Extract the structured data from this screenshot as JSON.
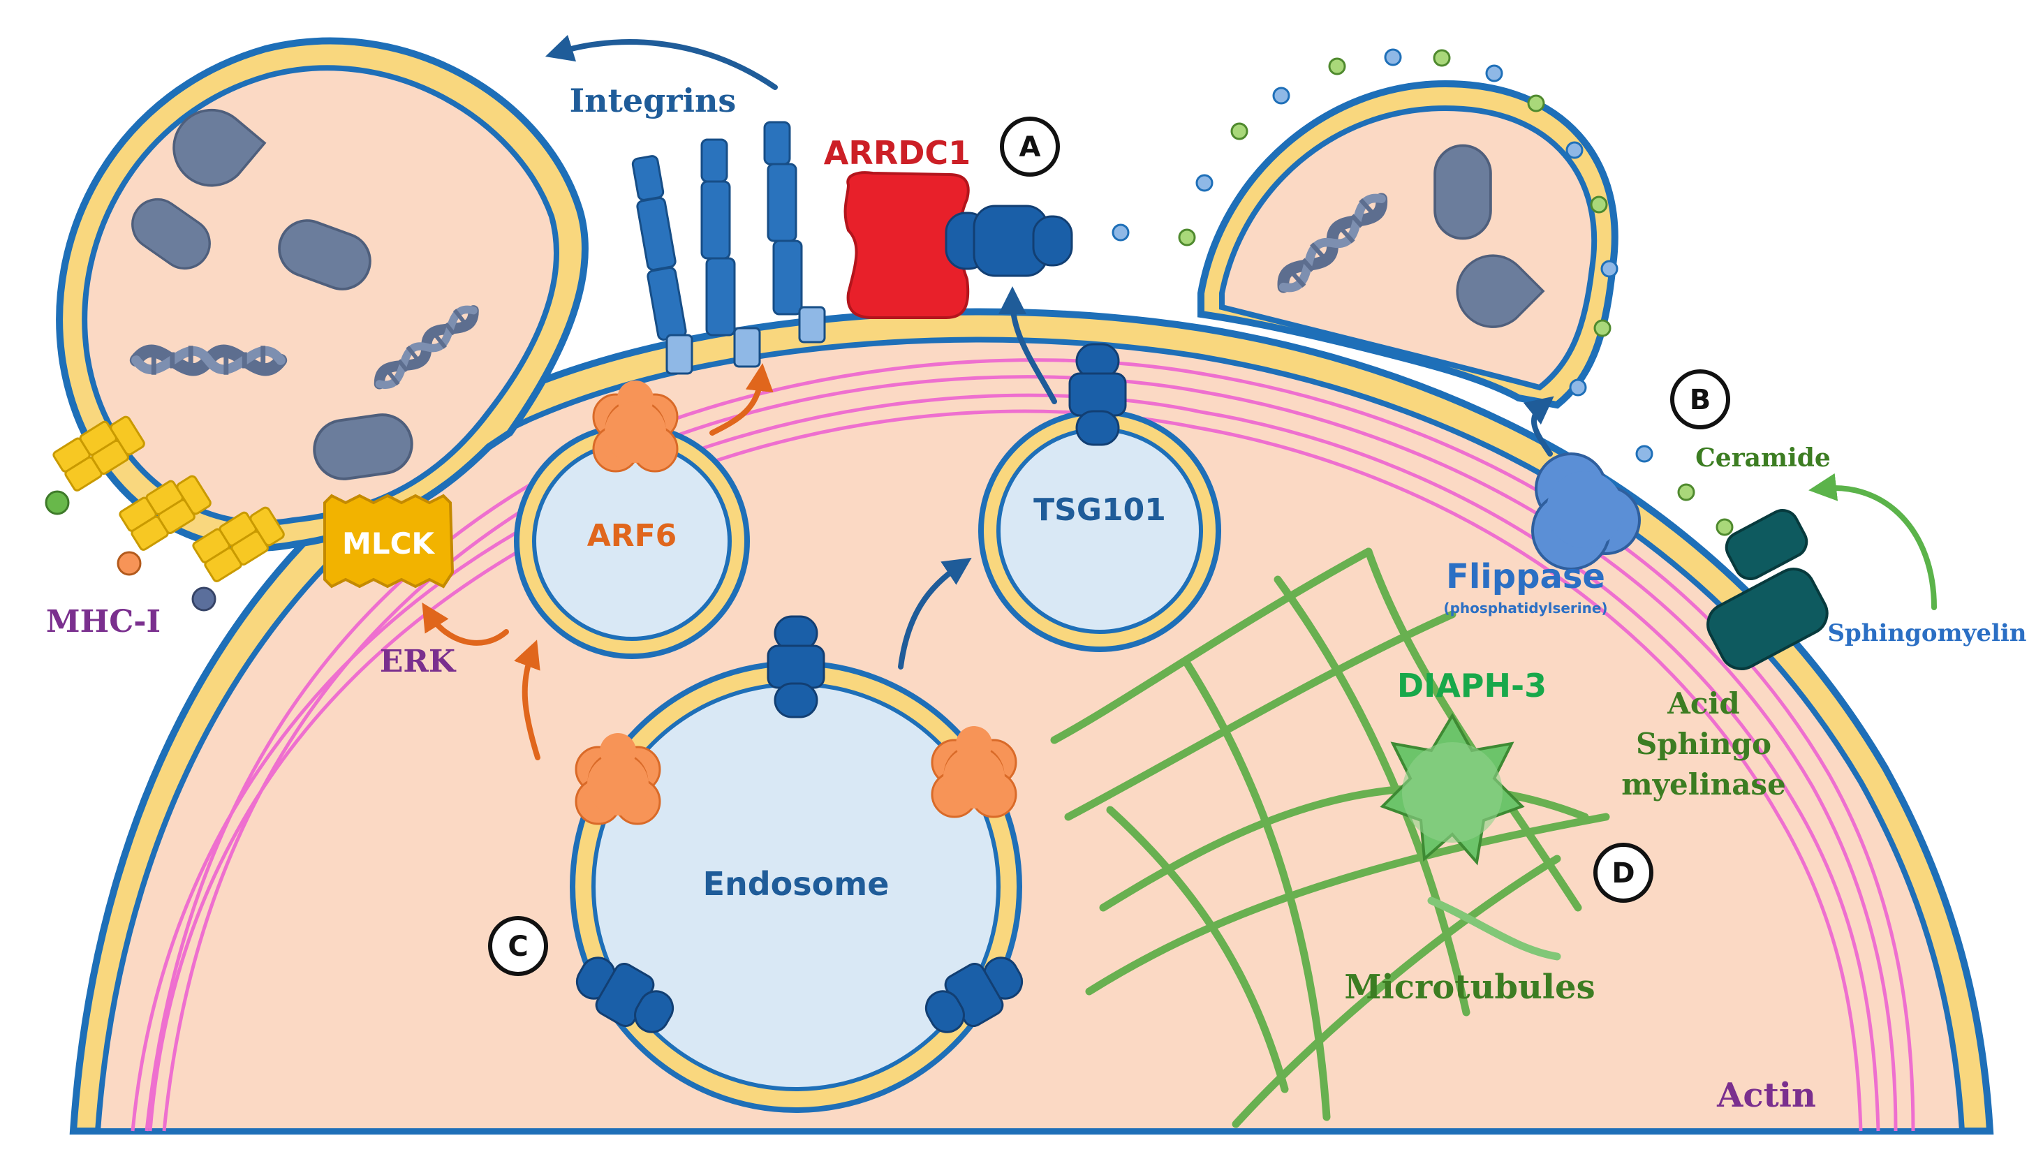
{
  "labels": {
    "integrins": "Integrins",
    "arrdc1": "ARRDC1",
    "marker_a": "A",
    "marker_b": "B",
    "marker_c": "C",
    "marker_d": "D",
    "mlck": "MLCK",
    "mhc1": "MHC-I",
    "erk": "ERK",
    "arf6": "ARF6",
    "tsg101": "TSG101",
    "endosome": "Endosome",
    "flippase": "Flippase",
    "flippase_sub": "(phosphatidylserine)",
    "ceramide": "Ceramide",
    "sphingomyelin": "Sphingomyelin",
    "acid_line1": "Acid",
    "acid_line2": "Sphingo",
    "acid_line3": "myelinase",
    "diaph3": "DIAPH-3",
    "microtubules": "Microtubules",
    "actin": "Actin"
  },
  "colors": {
    "membrane_blue": "#1e6fb8",
    "membrane_yellow": "#f9d77e",
    "cytoplasm": "#fbd9c4",
    "vesicle": "#d9e8f5",
    "protein_dark_blue": "#1a5fa8",
    "arrdc1_red": "#e8202a",
    "arf6_orange": "#f79457",
    "mlck_gold": "#f2b300",
    "mhc_yellow": "#f7c823",
    "actin_pink": "#ee6ad0",
    "microtubule_green": "#4faa3c",
    "diaph3_green": "#6cc46a",
    "flippase_blue": "#5b8fd6",
    "asm_teal": "#0e5a5f",
    "cargo_gray": "#6b7d9c",
    "label_purple": "#7a2f8e",
    "label_orange": "#e0661c",
    "label_dark_blue": "#1f5c99",
    "label_green": "#3c7d22",
    "label_bright_green": "#18a84a",
    "label_red": "#cc1f26"
  },
  "icons": [
    "dna-helix-icon",
    "cargo-pill-icon",
    "cargo-droplet-icon"
  ]
}
